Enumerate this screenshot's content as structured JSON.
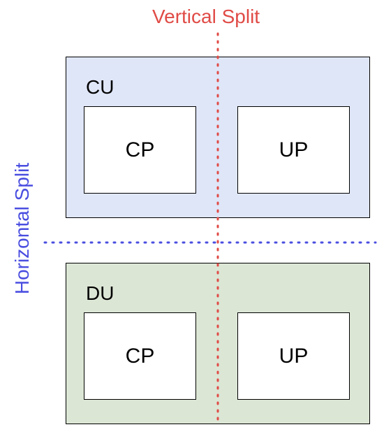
{
  "colors": {
    "background": "#ffffff",
    "cu_fill": "#dfe6f8",
    "du_fill": "#dce6d5",
    "vertical_split": "#e04b46",
    "horizontal_split": "#4a4ee0",
    "border": "#000000"
  },
  "labels": {
    "vertical_split": "Vertical Split",
    "horizontal_split": "Horizontal Split"
  },
  "units": [
    {
      "id": "cu",
      "label": "CU",
      "planes": [
        "CP",
        "UP"
      ]
    },
    {
      "id": "du",
      "label": "DU",
      "planes": [
        "CP",
        "UP"
      ]
    }
  ]
}
